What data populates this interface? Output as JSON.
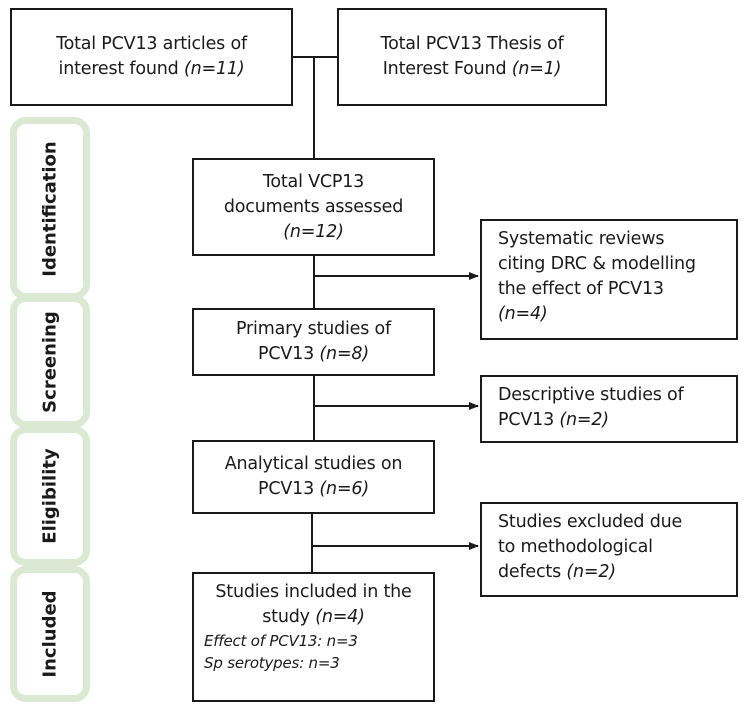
{
  "stages": {
    "identification": "Identification",
    "screening": "Screening",
    "eligibility": "Eligibility",
    "included": "Included"
  },
  "boxes": {
    "articles": {
      "lines": [
        "Total PCV13 articles of",
        "interest found"
      ],
      "n": "(n=11)"
    },
    "thesis": {
      "lines": [
        "Total PCV13 Thesis of",
        "Interest Found"
      ],
      "n": "(n=1)"
    },
    "assessed": {
      "lines": [
        "Total VCP13",
        "documents assessed"
      ],
      "n": "(n=12)"
    },
    "systematic": {
      "lines": [
        "Systematic reviews",
        "citing DRC & modelling",
        "the effect of PCV13"
      ],
      "n": "(n=4)"
    },
    "primary": {
      "lines": [
        "Primary studies of",
        "PCV13"
      ],
      "n": "(n=8)"
    },
    "descriptive": {
      "lines": [
        "Descriptive studies of",
        "PCV13"
      ],
      "n": "(n=2)"
    },
    "analytical": {
      "lines": [
        "Analytical studies on",
        "PCV13"
      ],
      "n": "(n=6)"
    },
    "excluded": {
      "lines": [
        "Studies excluded due",
        "to methodological",
        "defects"
      ],
      "n": "(n=2)"
    },
    "included": {
      "lines": [
        "Studies included in the",
        "study"
      ],
      "n": "(n=4)",
      "effect": "Effect of PCV13: n=3",
      "serotypes": "Sp serotypes: n=3"
    }
  }
}
